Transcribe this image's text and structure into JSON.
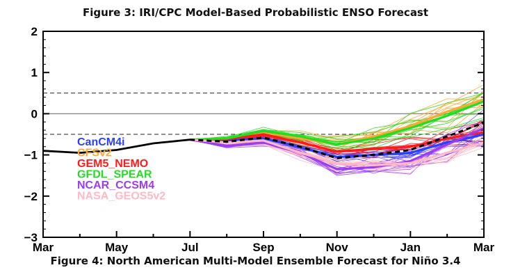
{
  "captions": {
    "top": "Figure 3: IRI/CPC Model-Based Probabilistic ENSO Forecast",
    "bottom": "Figure 4: North American Multi-Model Ensemble Forecast for Niño 3.4"
  },
  "chart_data": {
    "type": "line",
    "title": "",
    "xlabel": "",
    "ylabel": "",
    "x_ticks": [
      "Mar",
      "May",
      "Jul",
      "Sep",
      "Nov",
      "Jan",
      "Mar"
    ],
    "ylim": [
      -3,
      2
    ],
    "y_ticks": [
      2,
      1,
      0,
      -1,
      -2,
      -3
    ],
    "reference_lines": [
      {
        "y": 0,
        "style": "solid"
      },
      {
        "y": 0.5,
        "style": "dashed"
      },
      {
        "y": -0.5,
        "style": "dashed"
      }
    ],
    "observed": {
      "x": [
        "Mar",
        "Apr",
        "May",
        "Jun",
        "Jul"
      ],
      "values": [
        -0.9,
        -0.95,
        -0.88,
        -0.72,
        -0.63
      ],
      "color": "#000000"
    },
    "ensemble_mean": {
      "x": [
        "Jul",
        "Aug",
        "Sep",
        "Oct",
        "Nov",
        "Dec",
        "Jan",
        "Feb",
        "Mar"
      ],
      "values": [
        -0.63,
        -0.68,
        -0.58,
        -0.8,
        -1.08,
        -1.0,
        -0.88,
        -0.55,
        -0.22
      ],
      "style": "dashed",
      "color": "#000000"
    },
    "legend_position": "left",
    "series": [
      {
        "name": "CanCM4i",
        "color": "#2b3fff",
        "values": [
          -0.63,
          -0.65,
          -0.6,
          -0.82,
          -1.05,
          -1.0,
          -0.95,
          -0.7,
          -0.5
        ]
      },
      {
        "name": "CFSv2",
        "color": "#ffa733",
        "values": [
          -0.63,
          -0.6,
          -0.45,
          -0.6,
          -0.75,
          -0.55,
          -0.3,
          0.05,
          0.35
        ]
      },
      {
        "name": "GEM5_NEMO",
        "color": "#ff1a1a",
        "values": [
          -0.63,
          -0.62,
          -0.5,
          -0.7,
          -0.92,
          -0.85,
          -0.8,
          -0.6,
          -0.45
        ]
      },
      {
        "name": "GFDL_SPEAR",
        "color": "#22dd22",
        "values": [
          -0.63,
          -0.6,
          -0.42,
          -0.55,
          -0.75,
          -0.6,
          -0.35,
          -0.05,
          0.3
        ]
      },
      {
        "name": "NCAR_CCSM4",
        "color": "#9b3cf0",
        "values": [
          -0.63,
          -0.78,
          -0.7,
          -0.95,
          -1.35,
          -1.3,
          -1.15,
          -0.75,
          -0.35
        ]
      },
      {
        "name": "NASA_GEOS5v2",
        "color": "#ffb8c6",
        "values": [
          -0.63,
          -0.7,
          -0.65,
          -0.95,
          -1.2,
          -1.25,
          -1.2,
          -0.95,
          -0.7
        ]
      }
    ]
  }
}
